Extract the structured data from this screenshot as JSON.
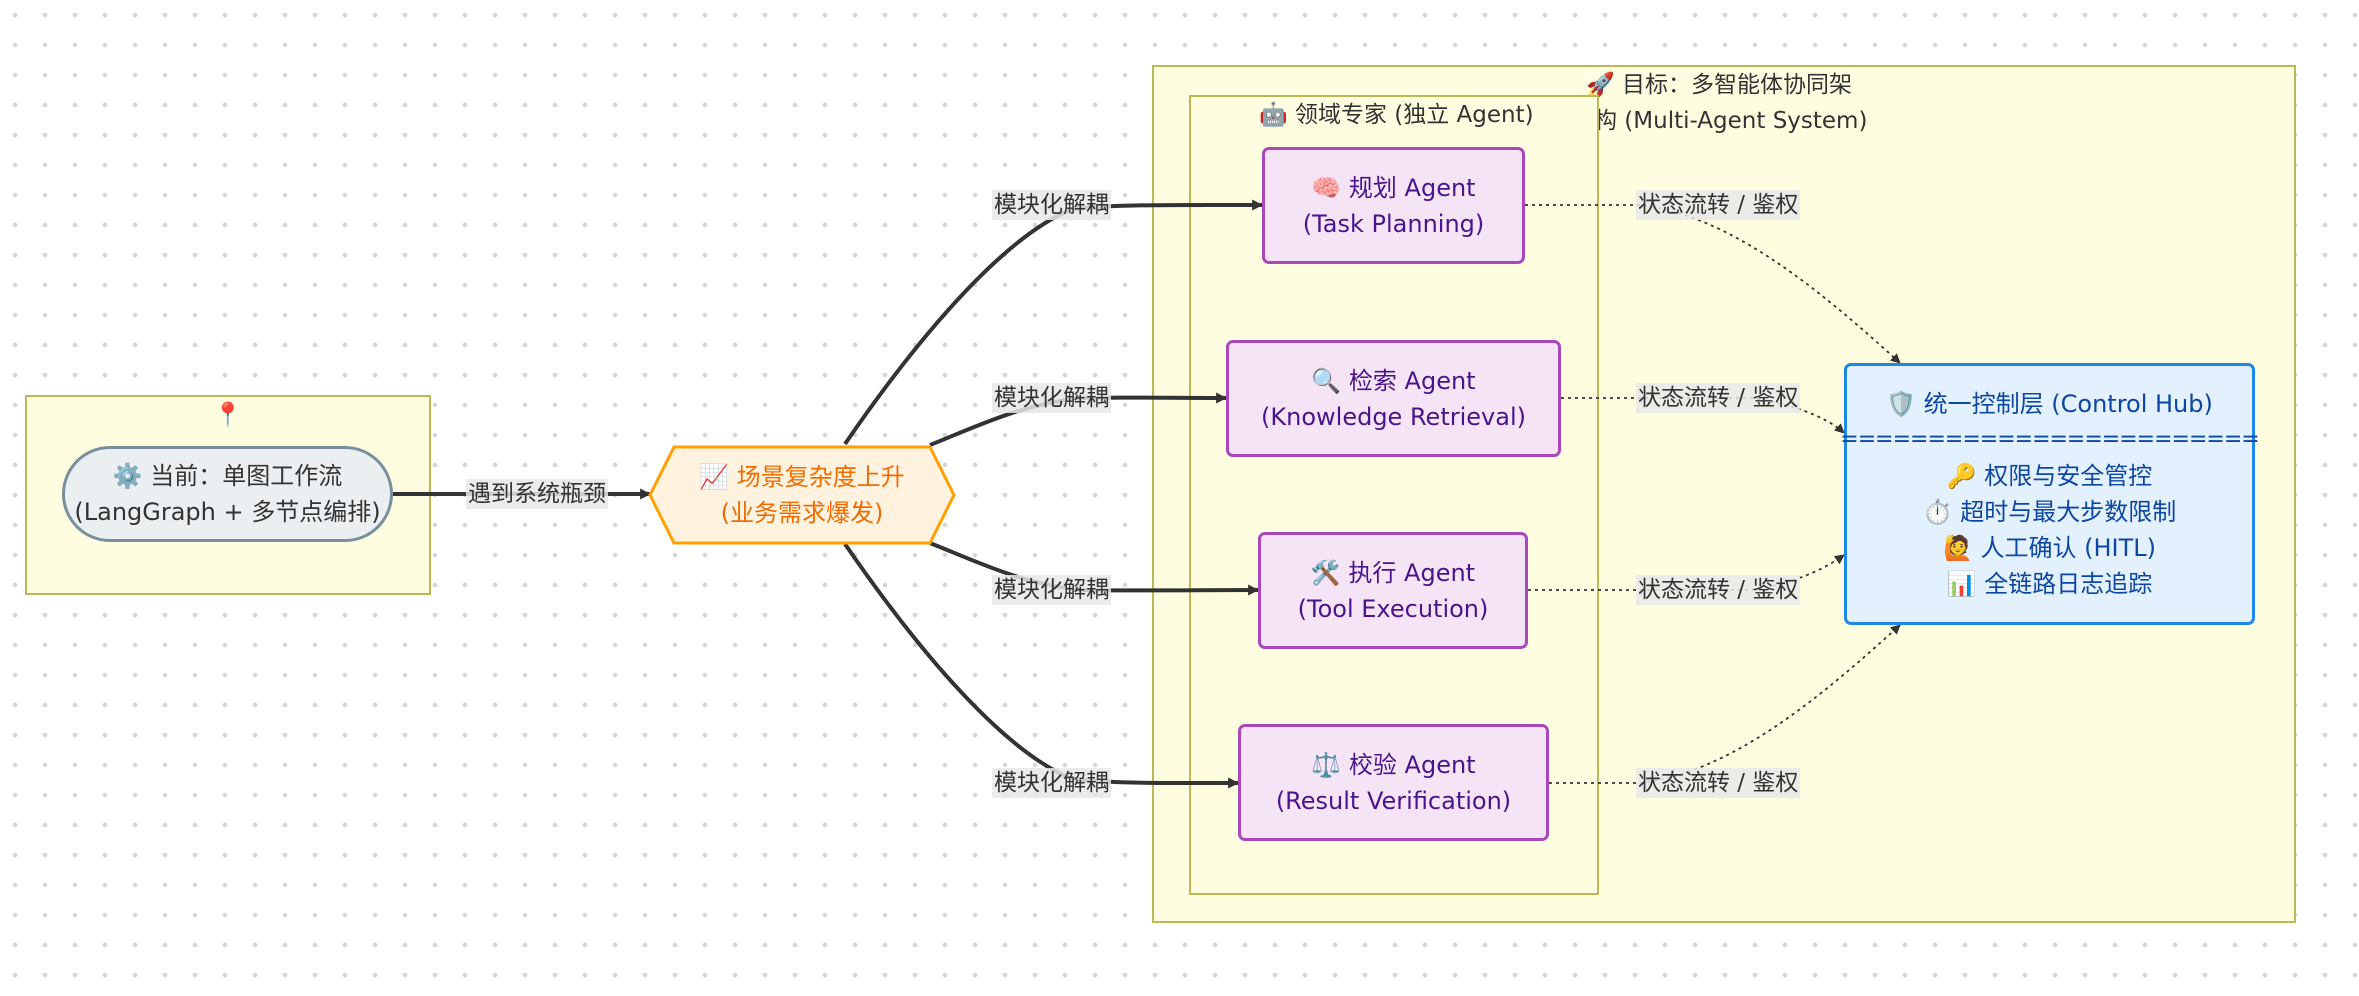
{
  "clusters": {
    "current": {
      "title": "📍"
    },
    "target": {
      "title_line1": "🚀 目标：多智能体协同架",
      "title_line2": "构 (Multi-Agent System)"
    },
    "experts": {
      "title": "🤖 领域专家 (独立 Agent)"
    }
  },
  "nodes": {
    "current": {
      "line1": "⚙️ 当前：单图工作流",
      "line2": "(LangGraph + 多节点编排)"
    },
    "complexity": {
      "line1": "📈 场景复杂度上升",
      "line2": "(业务需求爆发)"
    },
    "planning": {
      "line1": "🧠 规划 Agent",
      "line2": "(Task Planning)"
    },
    "retrieval": {
      "line1": "🔍 检索 Agent",
      "line2": "(Knowledge Retrieval)"
    },
    "execution": {
      "line1": "🛠️ 执行 Agent",
      "line2": "(Tool Execution)"
    },
    "verification": {
      "line1": "⚖️ 校验 Agent",
      "line2": "(Result Verification)"
    },
    "hub": {
      "title": "🛡️ 统一控制层 (Control Hub)",
      "separator": "========================",
      "items": [
        "🔑 权限与安全管控",
        "⏱️ 超时与最大步数限制",
        "🙋 人工确认 (HITL)",
        "📊 全链路日志追踪"
      ]
    }
  },
  "edges": {
    "bottleneck": "遇到系统瓶颈",
    "decouple": "模块化解耦",
    "state": "状态流转 / 鉴权"
  },
  "colors": {
    "cluster_fill": "#fffde0",
    "cluster_stroke": "#b9b955",
    "agent_fill": "#f4e4f6",
    "agent_stroke": "#ab47bc",
    "hub_fill": "#e3f0fd",
    "hub_stroke": "#1e88e5",
    "hex_fill": "#fff3e0",
    "hex_stroke": "#ffa000",
    "current_fill": "#eceff1",
    "current_stroke": "#78909c"
  }
}
